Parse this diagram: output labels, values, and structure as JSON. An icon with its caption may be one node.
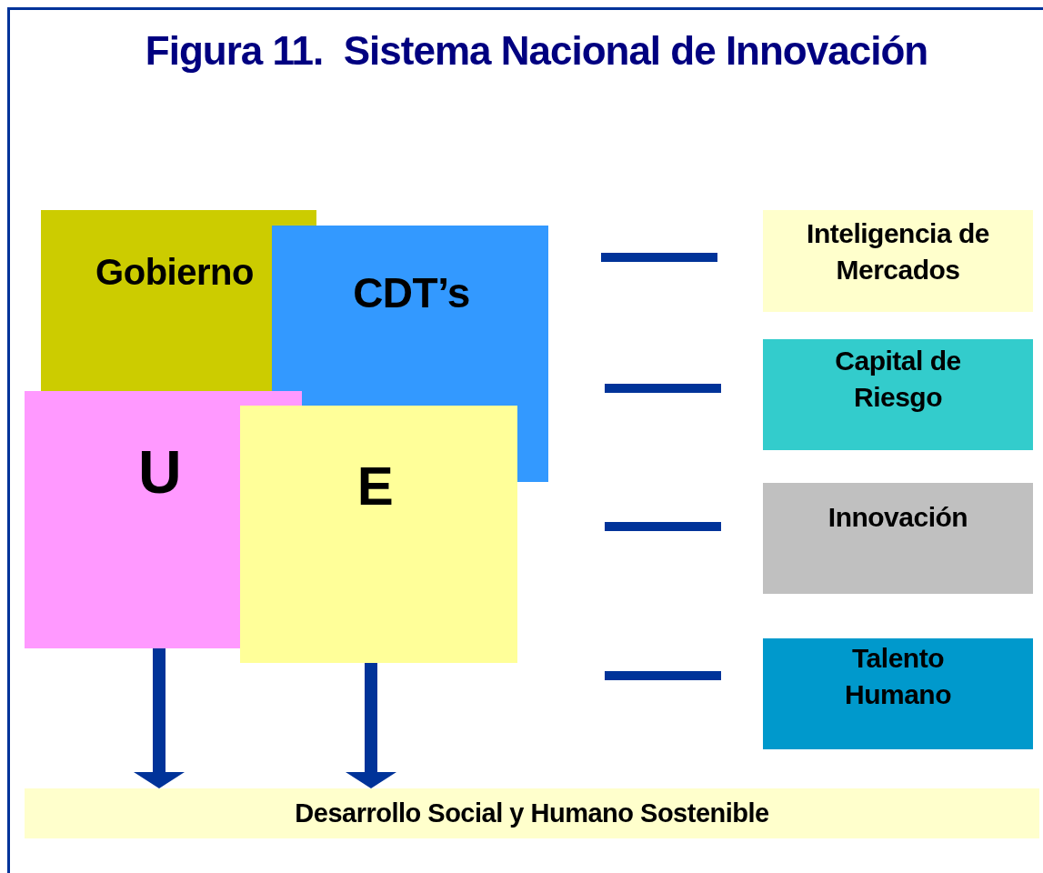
{
  "diagram": {
    "title": "Figura 11.  Sistema Nacional de Innovación",
    "nodes": [
      {
        "text": [
          "Gobierno"
        ]
      },
      {
        "text": [
          "CDT’s"
        ]
      },
      {
        "text": [
          "U"
        ]
      },
      {
        "text": [
          "E"
        ]
      },
      {
        "text": [
          "Inteligencia de Mercados"
        ]
      },
      {
        "text": [
          "Capital de Riesgo"
        ]
      },
      {
        "text": [
          "Innovación"
        ]
      },
      {
        "text": [
          "Talento Humano"
        ]
      },
      {
        "text": [
          "Desarrollo Social y Humano Sostenible"
        ]
      }
    ],
    "edges": [
      {
        "from": 2,
        "to": 8,
        "arrow": "to"
      },
      {
        "from": 3,
        "to": 8,
        "arrow": "to"
      }
    ]
  }
}
